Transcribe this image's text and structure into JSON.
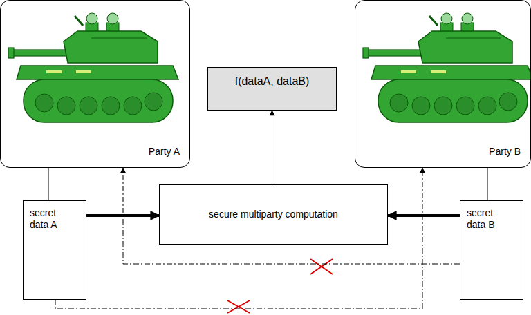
{
  "diagram": {
    "nodes": [
      {
        "text": [
          "Party A"
        ]
      },
      {
        "text": [
          "f(dataA, dataB)"
        ]
      },
      {
        "text": [
          "Party B"
        ]
      },
      {
        "text": [
          "secure multiparty computation"
        ]
      },
      {
        "text": [
          "secret data A"
        ]
      },
      {
        "text": [
          "secret data B"
        ]
      }
    ],
    "edges": [
      {
        "from": 4,
        "to": 3,
        "arrow": "to"
      },
      {
        "from": 5,
        "to": 3,
        "arrow": "to"
      },
      {
        "from": 3,
        "to": 1,
        "arrow": "to"
      },
      {
        "from": 0,
        "to": 4,
        "arrow": "none"
      },
      {
        "from": 2,
        "to": 5,
        "arrow": "none"
      },
      {
        "from": 5,
        "to": 0,
        "arrow": "to"
      },
      {
        "from": 4,
        "to": 2,
        "arrow": "to"
      }
    ]
  }
}
